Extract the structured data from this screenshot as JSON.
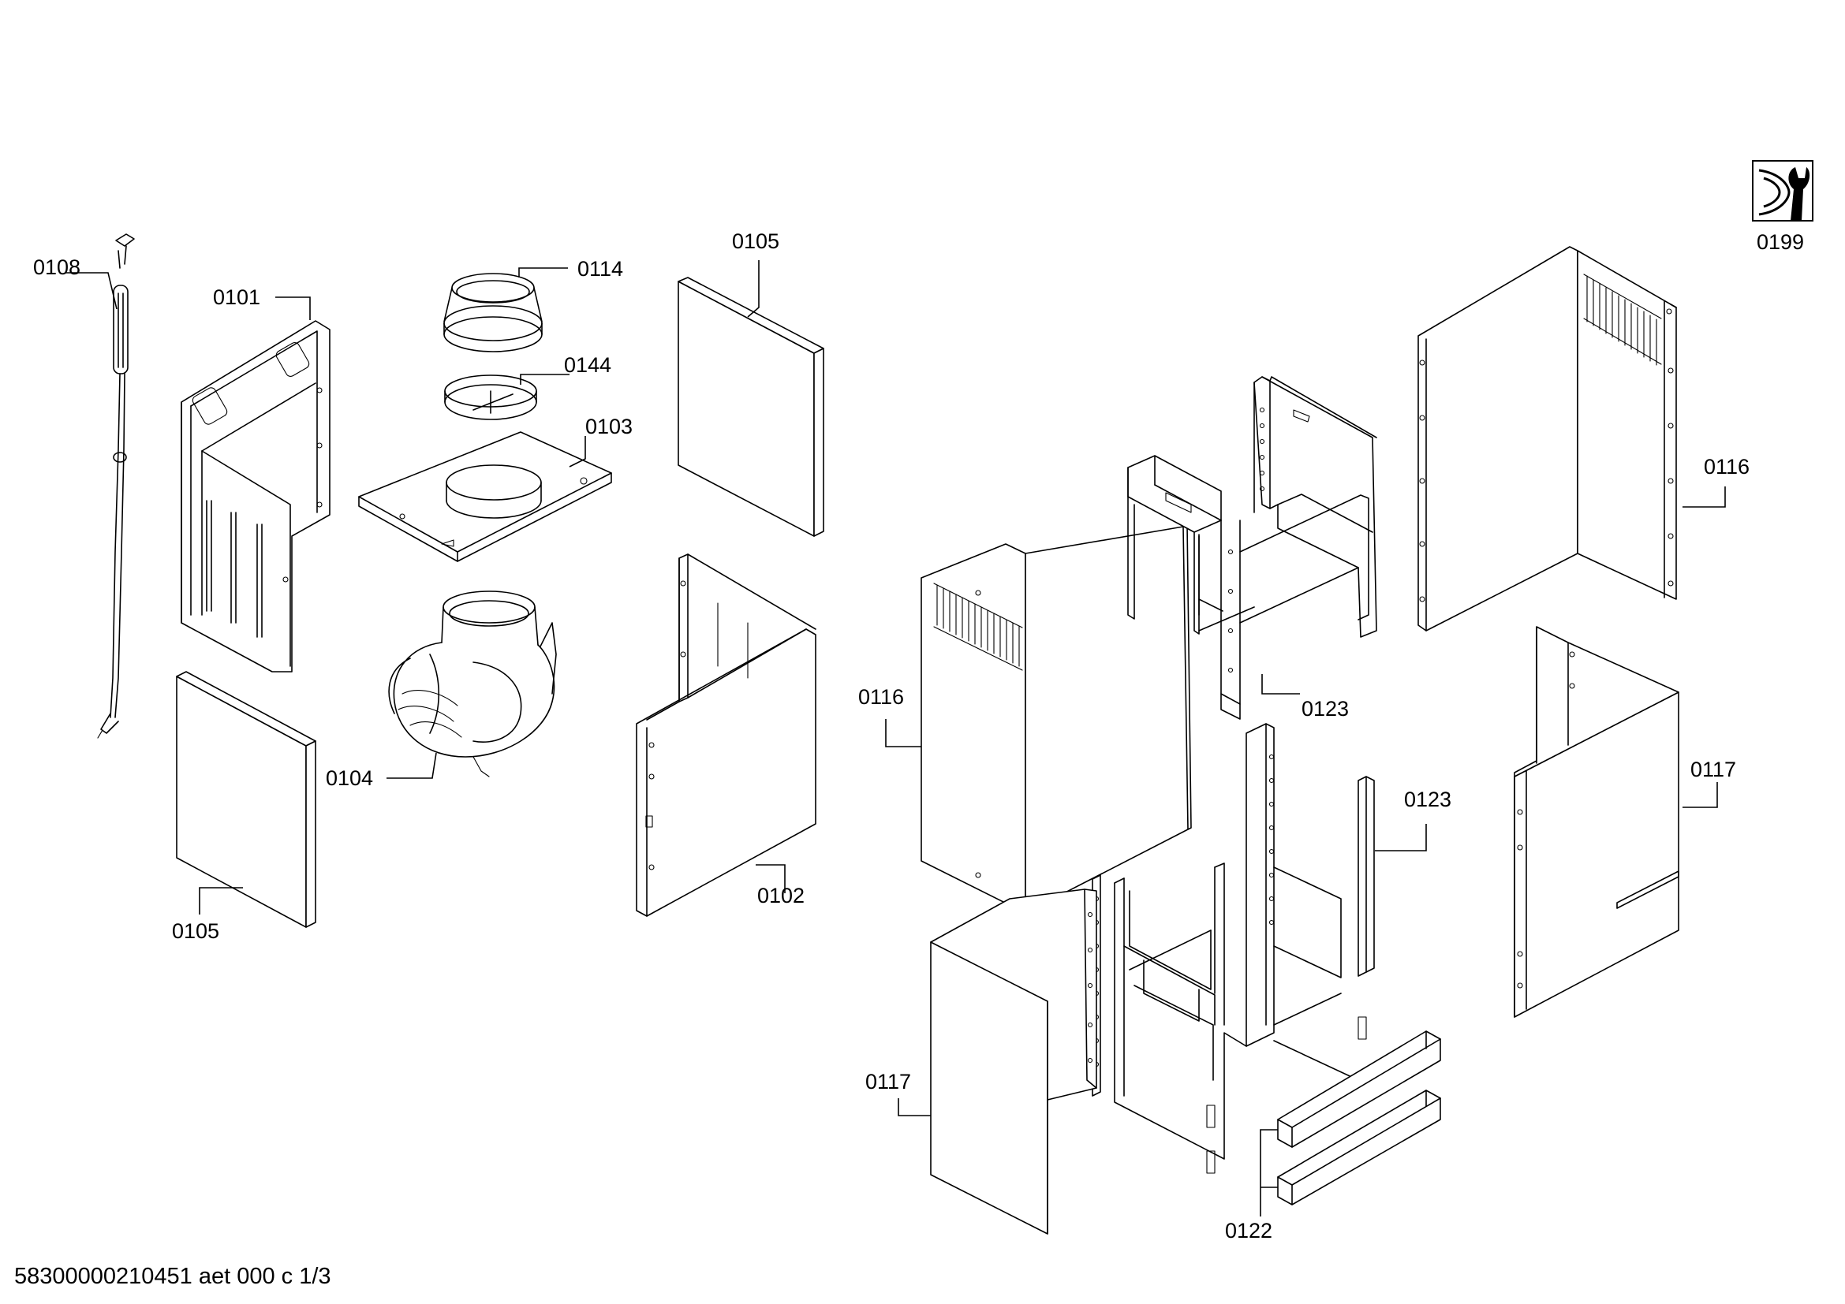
{
  "callouts": {
    "c0108": "0108",
    "c0101": "0101",
    "c0114": "0114",
    "c0144": "0144",
    "c0103": "0103",
    "c0105_top": "0105",
    "c0105_bottom": "0105",
    "c0104": "0104",
    "c0102": "0102",
    "c0116_mid": "0116",
    "c0116_right": "0116",
    "c0123_top": "0123",
    "c0123_mid": "0123",
    "c0117_left": "0117",
    "c0117_right": "0117",
    "c0122": "0122",
    "c0199": "0199"
  },
  "footer": {
    "document_code": "58300000210451 aet 000 c 1/3"
  },
  "icons": {
    "service_icon": "wrench-service-icon"
  }
}
